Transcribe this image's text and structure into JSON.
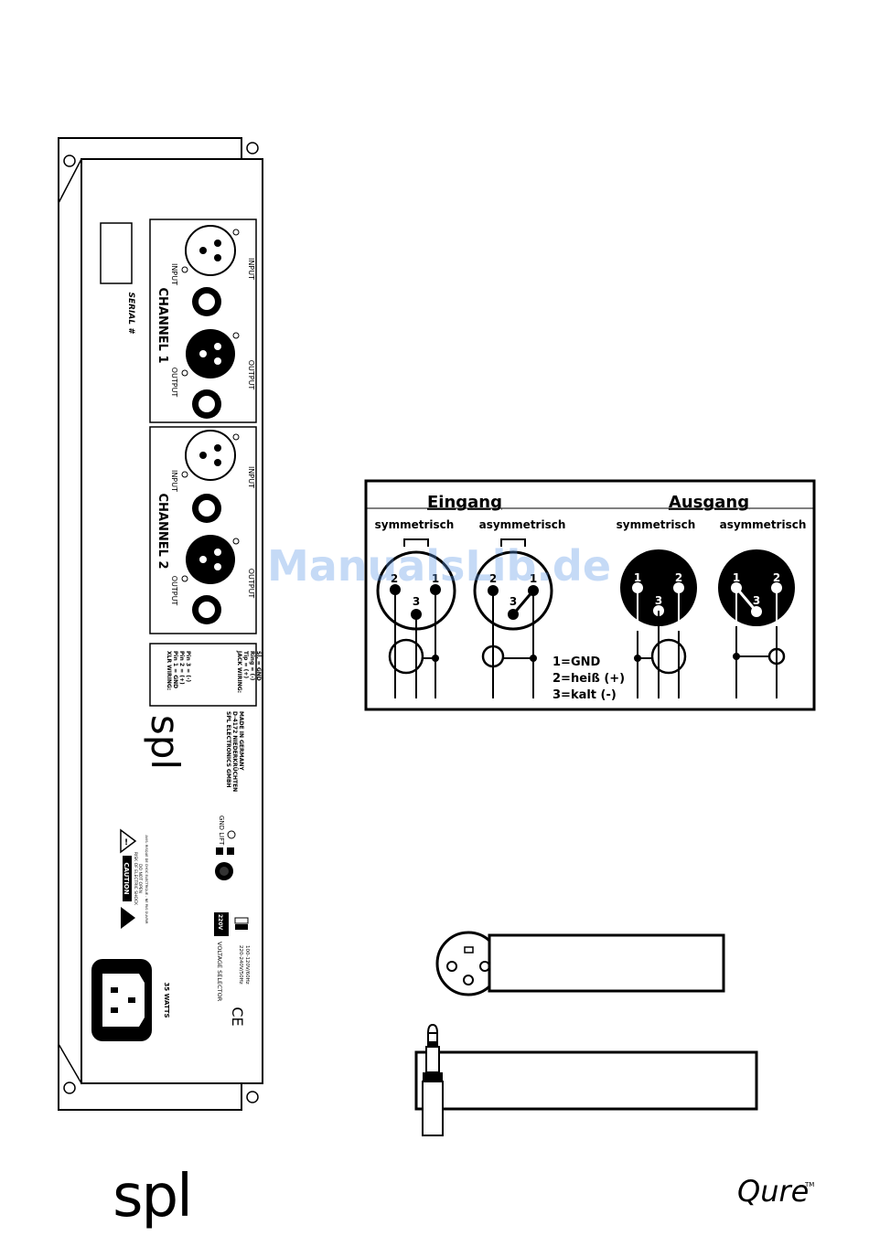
{
  "rear_panel": {
    "serial_label": "SERIAL #",
    "channels": [
      {
        "title": "CHANNEL 1",
        "input_label": "INPUT",
        "output_label": "OUTPUT"
      },
      {
        "title": "CHANNEL 2",
        "input_label": "INPUT",
        "output_label": "OUTPUT"
      }
    ],
    "xlr_wiring": [
      "XLR WIRING:",
      "Pin 1 = GND",
      "Pin 2 = (+)",
      "Pin 3 = (-)"
    ],
    "jack_wiring": [
      "JACK WIRING:",
      "Tip = (+)",
      "Ring = (-)",
      "Sl. = GND"
    ],
    "brand_logo": "spl",
    "company": [
      "SPL ELECTRONICS GMBH",
      "D-4172 NIEDERKRÜCHTEN",
      "MADE IN GERMANY"
    ],
    "caution": {
      "title": "CAUTION",
      "line1": "RISK OF ELECTRIC SHOCK",
      "line2": "DO NOT OPEN",
      "fr_line": "AVIS: RISQUE DE CHOC ELECTRIQUE - NE PAS OUVRIR"
    },
    "gnd_lift_label": "GND LIFT",
    "voltage": {
      "title": "VOLTAGE SELECTOR",
      "value": "220V",
      "range1": "220-240V/50Hz",
      "range2": "100-120V/60Hz"
    },
    "watts": "35 WATTS",
    "ce_mark": "CE"
  },
  "wiring_diagram": {
    "input_title": "Eingang",
    "output_title": "Ausgang",
    "col_labels": [
      "symmetrisch",
      "asymmetrisch",
      "symmetrisch",
      "asymmetrisch"
    ],
    "pin_numbers": {
      "one": "1",
      "two": "2",
      "three": "3"
    },
    "legend": [
      "1=GND",
      "2=heiß (+)",
      "3=kalt (-)"
    ]
  },
  "watermark": "ManualsLib.de",
  "footer": {
    "left_logo": "spl",
    "right_logo": "Qure",
    "tm": "TM"
  },
  "colors": {
    "ink": "#000000",
    "watermark": "#5a96e6",
    "paper": "#ffffff"
  }
}
